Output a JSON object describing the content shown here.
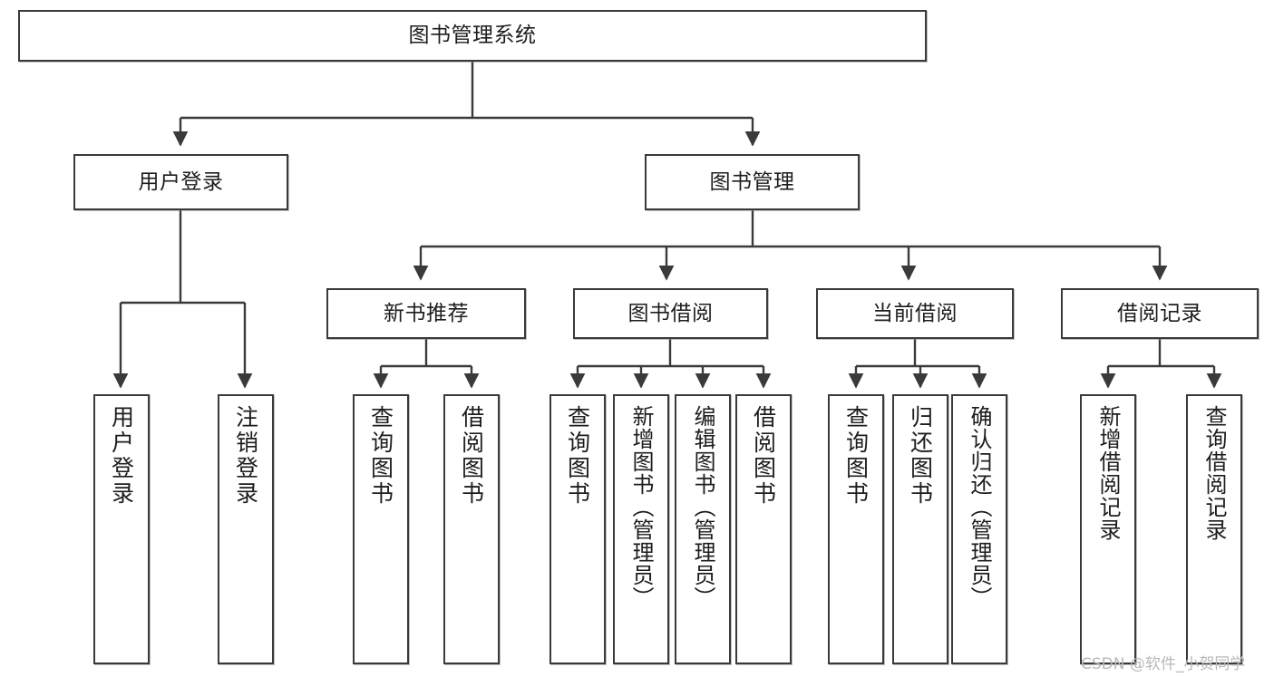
{
  "diagram": {
    "title": "图书管理系统",
    "type": "tree-hierarchy",
    "root": {
      "label": "图书管理系统"
    },
    "level1": [
      {
        "id": "user-login",
        "label": "用户登录"
      },
      {
        "id": "book-management",
        "label": "图书管理"
      }
    ],
    "level2": [
      {
        "id": "new-book-recommend",
        "label": "新书推荐",
        "parent": "book-management"
      },
      {
        "id": "book-borrow",
        "label": "图书借阅",
        "parent": "book-management"
      },
      {
        "id": "current-borrow",
        "label": "当前借阅",
        "parent": "book-management"
      },
      {
        "id": "borrow-record",
        "label": "借阅记录",
        "parent": "book-management"
      }
    ],
    "leaves": [
      {
        "id": "leaf-user-login",
        "label": "用户登录",
        "parent": "user-login"
      },
      {
        "id": "leaf-logout-login",
        "label": "注销登录",
        "parent": "user-login"
      },
      {
        "id": "leaf-query-book-1",
        "label": "查询图书",
        "parent": "new-book-recommend"
      },
      {
        "id": "leaf-borrow-book-1",
        "label": "借阅图书",
        "parent": "new-book-recommend"
      },
      {
        "id": "leaf-query-book-2",
        "label": "查询图书",
        "parent": "book-borrow"
      },
      {
        "id": "leaf-add-book",
        "label": "新增图书（管理员）",
        "parent": "book-borrow"
      },
      {
        "id": "leaf-edit-book",
        "label": "编辑图书（管理员）",
        "parent": "book-borrow"
      },
      {
        "id": "leaf-borrow-book-2",
        "label": "借阅图书",
        "parent": "book-borrow"
      },
      {
        "id": "leaf-query-book-3",
        "label": "查询图书",
        "parent": "current-borrow"
      },
      {
        "id": "leaf-return-book",
        "label": "归还图书",
        "parent": "current-borrow"
      },
      {
        "id": "leaf-confirm-return",
        "label": "确认归还（管理员）",
        "parent": "current-borrow"
      },
      {
        "id": "leaf-add-record",
        "label": "新增借阅记录",
        "parent": "borrow-record"
      },
      {
        "id": "leaf-query-record",
        "label": "查询借阅记录",
        "parent": "borrow-record"
      }
    ],
    "watermark": "CSDN @软件_小贺同学",
    "colors": {
      "stroke": "#3a3a3a",
      "fill": "#ffffff",
      "text": "#1d1d1d",
      "watermark": "#b9b9b9"
    }
  }
}
